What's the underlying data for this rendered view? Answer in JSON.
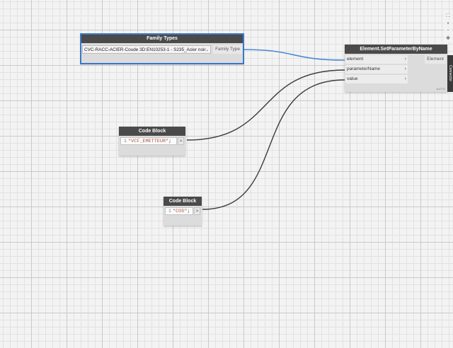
{
  "family_types_node": {
    "title": "Family Types",
    "selected_value": "CVC-RACC-ACIER-Coude 3D:EN10253-1 - S235_Acier noir",
    "output_label": "Family Type"
  },
  "set_param_node": {
    "title": "Element.SetParameterByName",
    "inputs": [
      "element",
      "parameterName",
      "value"
    ],
    "output_label": "Element",
    "lacing_label": "AUTO"
  },
  "code_block_1": {
    "title": "Code Block",
    "line_number": "1",
    "string_value": "\"VCF_EMETTEUR\"",
    "terminator": ";",
    "output_symbol": ">"
  },
  "code_block_2": {
    "title": "Code Block",
    "line_number": "1",
    "string_value": "\"COS\"",
    "terminator": ";",
    "output_symbol": ">"
  },
  "side_panel": {
    "label": "Connector"
  },
  "canvas_controls": {
    "icons": [
      "fit-view-icon",
      "zoom-in-icon",
      "zoom-out-icon",
      "pan-icon"
    ],
    "symbols": [
      "⛶",
      "+",
      "−",
      "✥"
    ]
  },
  "colors": {
    "node_header": "#4a4a4a",
    "node_body": "#dcdcdc",
    "selection_outline": "#3a78c8",
    "wire_selected": "#4a8ad4",
    "wire_default": "#3c3c3c",
    "string_literal": "#a8553b"
  }
}
